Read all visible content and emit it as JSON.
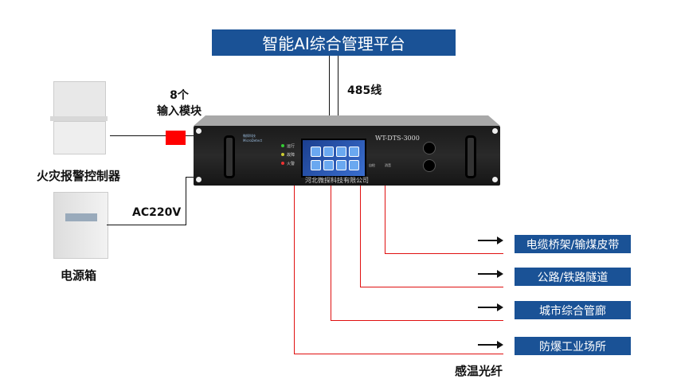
{
  "platform_title": "智能AI综合管理平台",
  "cable_485_label": "485线",
  "input_module_label": {
    "line1": "8个",
    "line2": "输入模块"
  },
  "fire_controller_label": "火灾报警控制器",
  "power_box_label": "电源箱",
  "power_label": "AC220V",
  "device": {
    "model": "WT-DTS-3000",
    "company": "河北微探科技有限公司",
    "logo": "微探科技 MicroDetect",
    "leds": [
      "运行",
      "故障",
      "火警"
    ],
    "buttons": [
      "自检",
      "消音"
    ]
  },
  "applications": [
    "电缆桥架/输煤皮带",
    "公路/铁路隧道",
    "城市综合管廊",
    "防爆工业场所"
  ],
  "fiber_label": "感温光纤",
  "colors": {
    "blue": "#1a5296",
    "fiber": "#e01010"
  }
}
